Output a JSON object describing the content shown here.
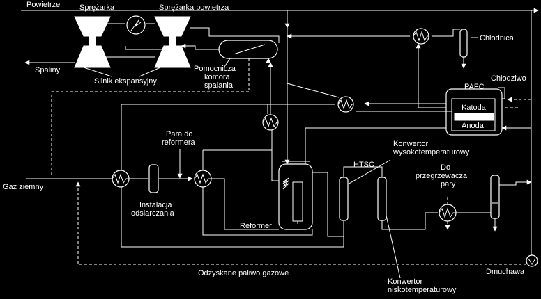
{
  "labels": {
    "powietrze": "Powietrze",
    "sprezarka": "Sprężarka",
    "sprezarka_powietrza": "Sprężarka powietrza",
    "chlodnica": "Chłodnica",
    "spaliny": "Spaliny",
    "silnik": "Silnik ekspansyjny",
    "pomocnicza_1": "Pomocnicza",
    "pomocnicza_2": "komora",
    "pomocnicza_3": "spalania",
    "chlodziwo": "Chłodziwo",
    "pafc": "PAFC",
    "katoda": "Katoda",
    "anoda": "Anoda",
    "para_1": "Para do",
    "para_2": "reformera",
    "konw_wys_1": "Konwertor",
    "konw_wys_2": "wysokotemperaturowy",
    "htsc": "HTSC",
    "do_przegrz_1": "Do",
    "do_przegrz_2": "przegrzewacza",
    "do_przegrz_3": "pary",
    "gaz": "Gaz ziemny",
    "instalacja_1": "Instalacja",
    "instalacja_2": "odsiarczania",
    "reformer": "Reformer",
    "odzyskane": "Odzyskane paliwo gazowe",
    "dmuchawa": "Dmuchawa",
    "konw_nisk_1": "Konwertor",
    "konw_nisk_2": "niskotemperaturowy"
  },
  "icons": {
    "generator": "generator-icon",
    "heat_exchanger": "heat-exchanger-icon",
    "blower": "blower-icon"
  }
}
